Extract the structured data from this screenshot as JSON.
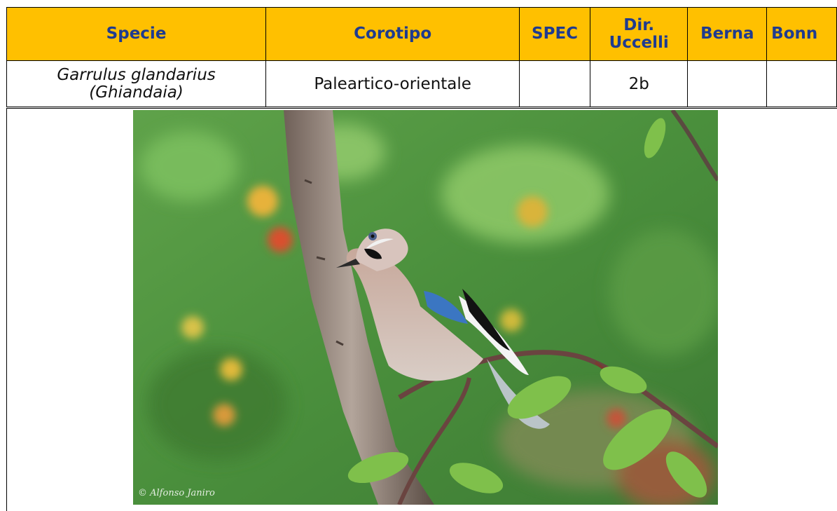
{
  "table": {
    "headers": [
      "Specie",
      "Corotipo",
      "SPEC",
      "Dir.\nUccelli",
      "Berna",
      "Bonn"
    ],
    "row": {
      "specie": "Garrulus glandarius\n(Ghiandaia)",
      "corotipo": "Paleartico-orientale",
      "spec": "",
      "dir_uccelli": "2b",
      "berna": "",
      "bonn": ""
    },
    "header_color": "#ffc000",
    "header_text_color": "#1f3b8f"
  },
  "photo": {
    "subject": "eurasian-jay-on-branch",
    "watermark": "© Alfonso Janiro"
  }
}
